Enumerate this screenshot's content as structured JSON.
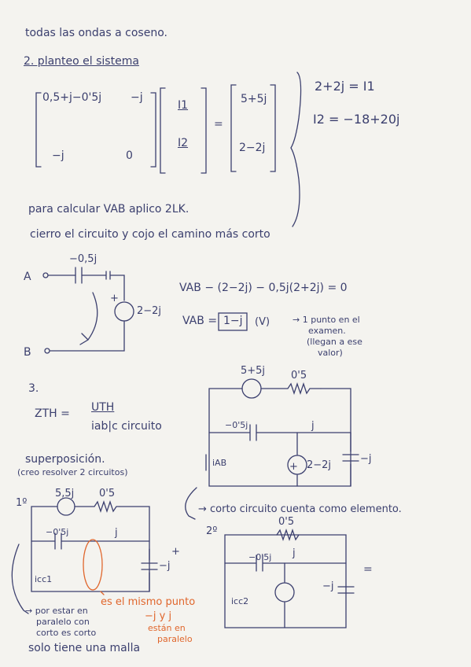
{
  "lines": {
    "l1": "todas las ondas a coseno.",
    "l2": "2. planteo el sistema",
    "para": "para calcular VAB aplico 2LK.",
    "cierro": "cierro el circuito y cojo el camino más corto"
  },
  "matrix": {
    "a11": "0,5+j−0'5j",
    "a12": "−j",
    "a21": "−j",
    "a22": "0",
    "x1": "I1",
    "x2": "I2",
    "eq": "=",
    "b1": "5+5j",
    "b2": "2−2j"
  },
  "solution": {
    "s1": "2+2j = I1",
    "s2": "I2 = −18+20j"
  },
  "circuit1": {
    "nodeA": "A",
    "nodeB": "B",
    "cap": "−0,5j",
    "plus": "+",
    "src": "2−2j"
  },
  "vab": {
    "eq1": "VAB − (2−2j) − 0,5j(2+2j) = 0",
    "eq2_left": "VAB =",
    "eq2_box": "1−j",
    "eq2_unit": "(V)",
    "note1": "→ 1 punto en el",
    "note2": "examen.",
    "note3": "(llegan a ese",
    "note4": "valor)"
  },
  "section3": {
    "num": "3.",
    "zth": "ZTH =",
    "uth": "UTH",
    "iab": "iab|c circuito",
    "superpos": "superposición.",
    "superpos2": "(creo resolver 2 circuitos)"
  },
  "circuit2": {
    "src": "5+5j",
    "res": "0'5",
    "cap": "−0'5j",
    "ind": "j",
    "src2": "2−2j",
    "capr": "−j",
    "iab": "iAB",
    "plus": "+"
  },
  "corto": "→ corto circuito cuenta como elemento.",
  "c1": {
    "label": "1º",
    "src": "5,5j",
    "res": "0'5",
    "cap": "−0'5j",
    "ind": "j",
    "capr": "−j",
    "icc": "icc1",
    "plus": "+"
  },
  "c2": {
    "label": "2º",
    "res": "0'5",
    "cap": "−0'5j",
    "ind": "j",
    "capr": "−j",
    "icc": "icc2",
    "eq": "="
  },
  "orange": {
    "o1": "es el mismo punto",
    "o2": "−j y j",
    "o3": "están en",
    "o4": "paralelo"
  },
  "bottom": {
    "b1": "→ por estar en",
    "b2": "paralelo con",
    "b3": "corto es corto",
    "b4": "solo tiene una malla"
  }
}
